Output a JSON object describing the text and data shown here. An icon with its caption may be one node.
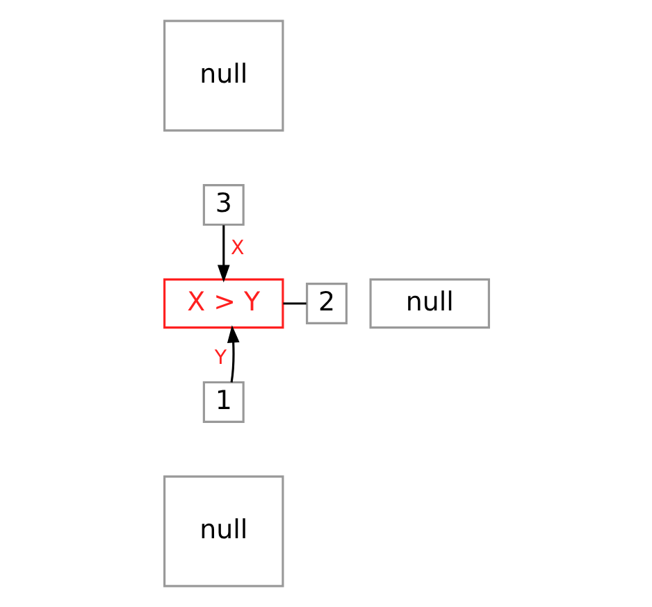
{
  "diagram": {
    "nodes": [
      {
        "text": [
          "null"
        ]
      },
      {
        "text": [
          "3"
        ]
      },
      {
        "text": [
          "X > Y"
        ]
      },
      {
        "text": [
          "2"
        ]
      },
      {
        "text": [
          "null"
        ]
      },
      {
        "text": [
          "1"
        ]
      },
      {
        "text": [
          "null"
        ]
      }
    ],
    "edges": [
      {
        "from": 1,
        "to": 2,
        "arrow": "to",
        "label": "X"
      },
      {
        "from": 5,
        "to": 2,
        "arrow": "to",
        "label": "Y"
      },
      {
        "from": 2,
        "to": 3,
        "arrow": "none"
      }
    ]
  }
}
